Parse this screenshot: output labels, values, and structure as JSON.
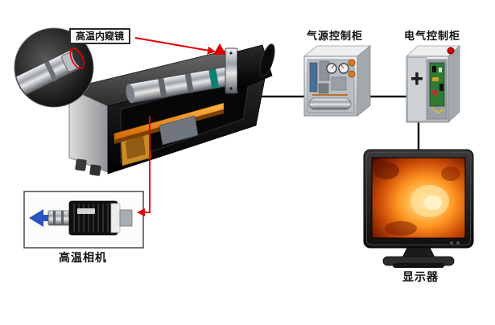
{
  "labels": {
    "endoscope": "高温内窥镜",
    "air_cabinet": "气源控制柜",
    "electric_cabinet": "电气控制柜",
    "camera": "高温相机",
    "monitor": "显示器"
  },
  "colors": {
    "connection_red": "#e30000",
    "connection_black": "#161616",
    "rail_orange": "#ff8a00",
    "furnace_glow": "#ff9422",
    "arrow_blue": "#2a54c0",
    "cabinet_metal": "#c9cdd1"
  }
}
